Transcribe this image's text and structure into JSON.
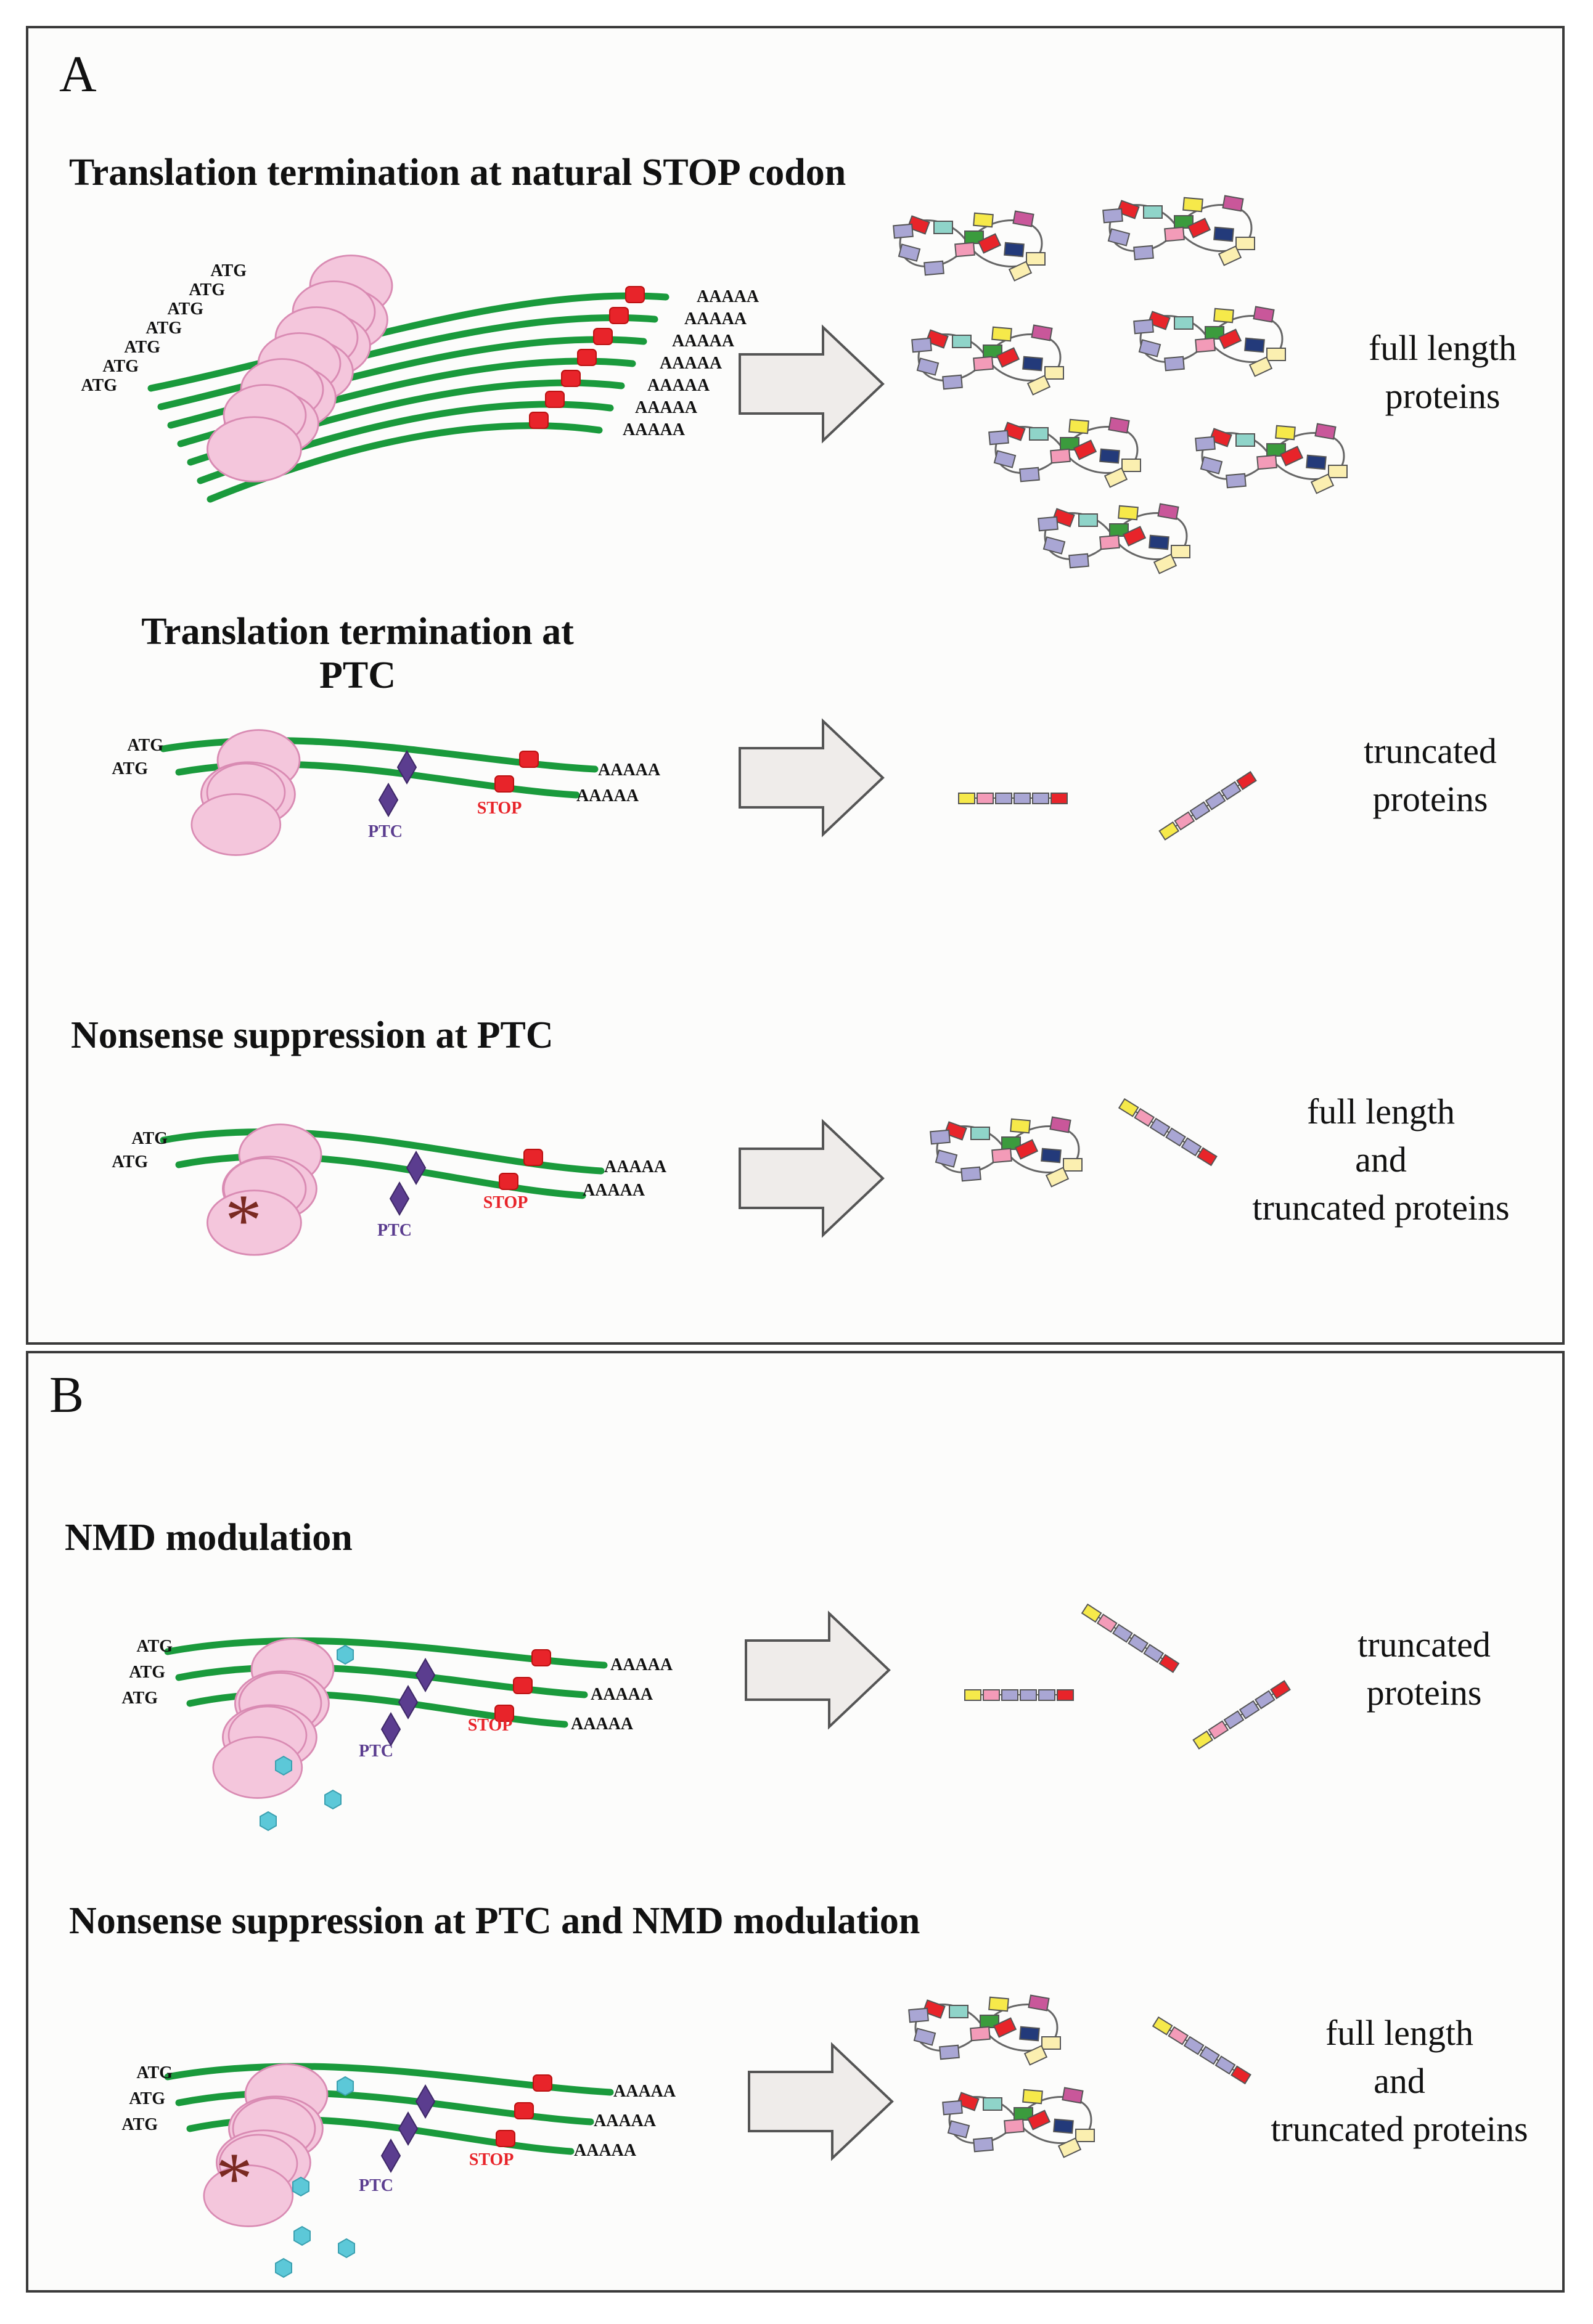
{
  "panel_a": {
    "label": "A",
    "sections": [
      {
        "title": "Translation termination at natural STOP codon",
        "outcome": [
          "full length",
          "proteins"
        ]
      },
      {
        "title_lines": [
          "Translation termination at",
          "PTC"
        ],
        "outcome": [
          "truncated",
          "proteins"
        ]
      },
      {
        "title": "Nonsense suppression at PTC",
        "outcome": [
          "full length",
          "and",
          "truncated proteins"
        ]
      }
    ]
  },
  "panel_b": {
    "label": "B",
    "sections": [
      {
        "title": "NMD modulation",
        "outcome": [
          "truncated",
          "proteins"
        ]
      },
      {
        "title": "Nonsense suppression at PTC and NMD modulation",
        "outcome": [
          "full length",
          "and",
          "truncated proteins"
        ]
      }
    ]
  },
  "labels": {
    "start": "ATG",
    "polya": "AAAAA",
    "ptc": "PTC",
    "stop": "STOP",
    "suppressor": "*"
  },
  "colors": {
    "mrna": "#1a9a3c",
    "ribosome": "#f4c6dc",
    "ribosome_edge": "#d98bb3",
    "stop": "#e8242a",
    "ptc": "#5b3d8f",
    "nmd_modulator": "#5cc8d8",
    "arrow_fill": "#efecea",
    "arrow_edge": "#555555",
    "protein_segments": [
      "#e8242a",
      "#8fd4c9",
      "#f6e94a",
      "#f39bb8",
      "#3b9b3d",
      "#233a7a",
      "#fbefb0",
      "#a9a6d4",
      "#c9579a",
      "#f06b2a"
    ]
  }
}
